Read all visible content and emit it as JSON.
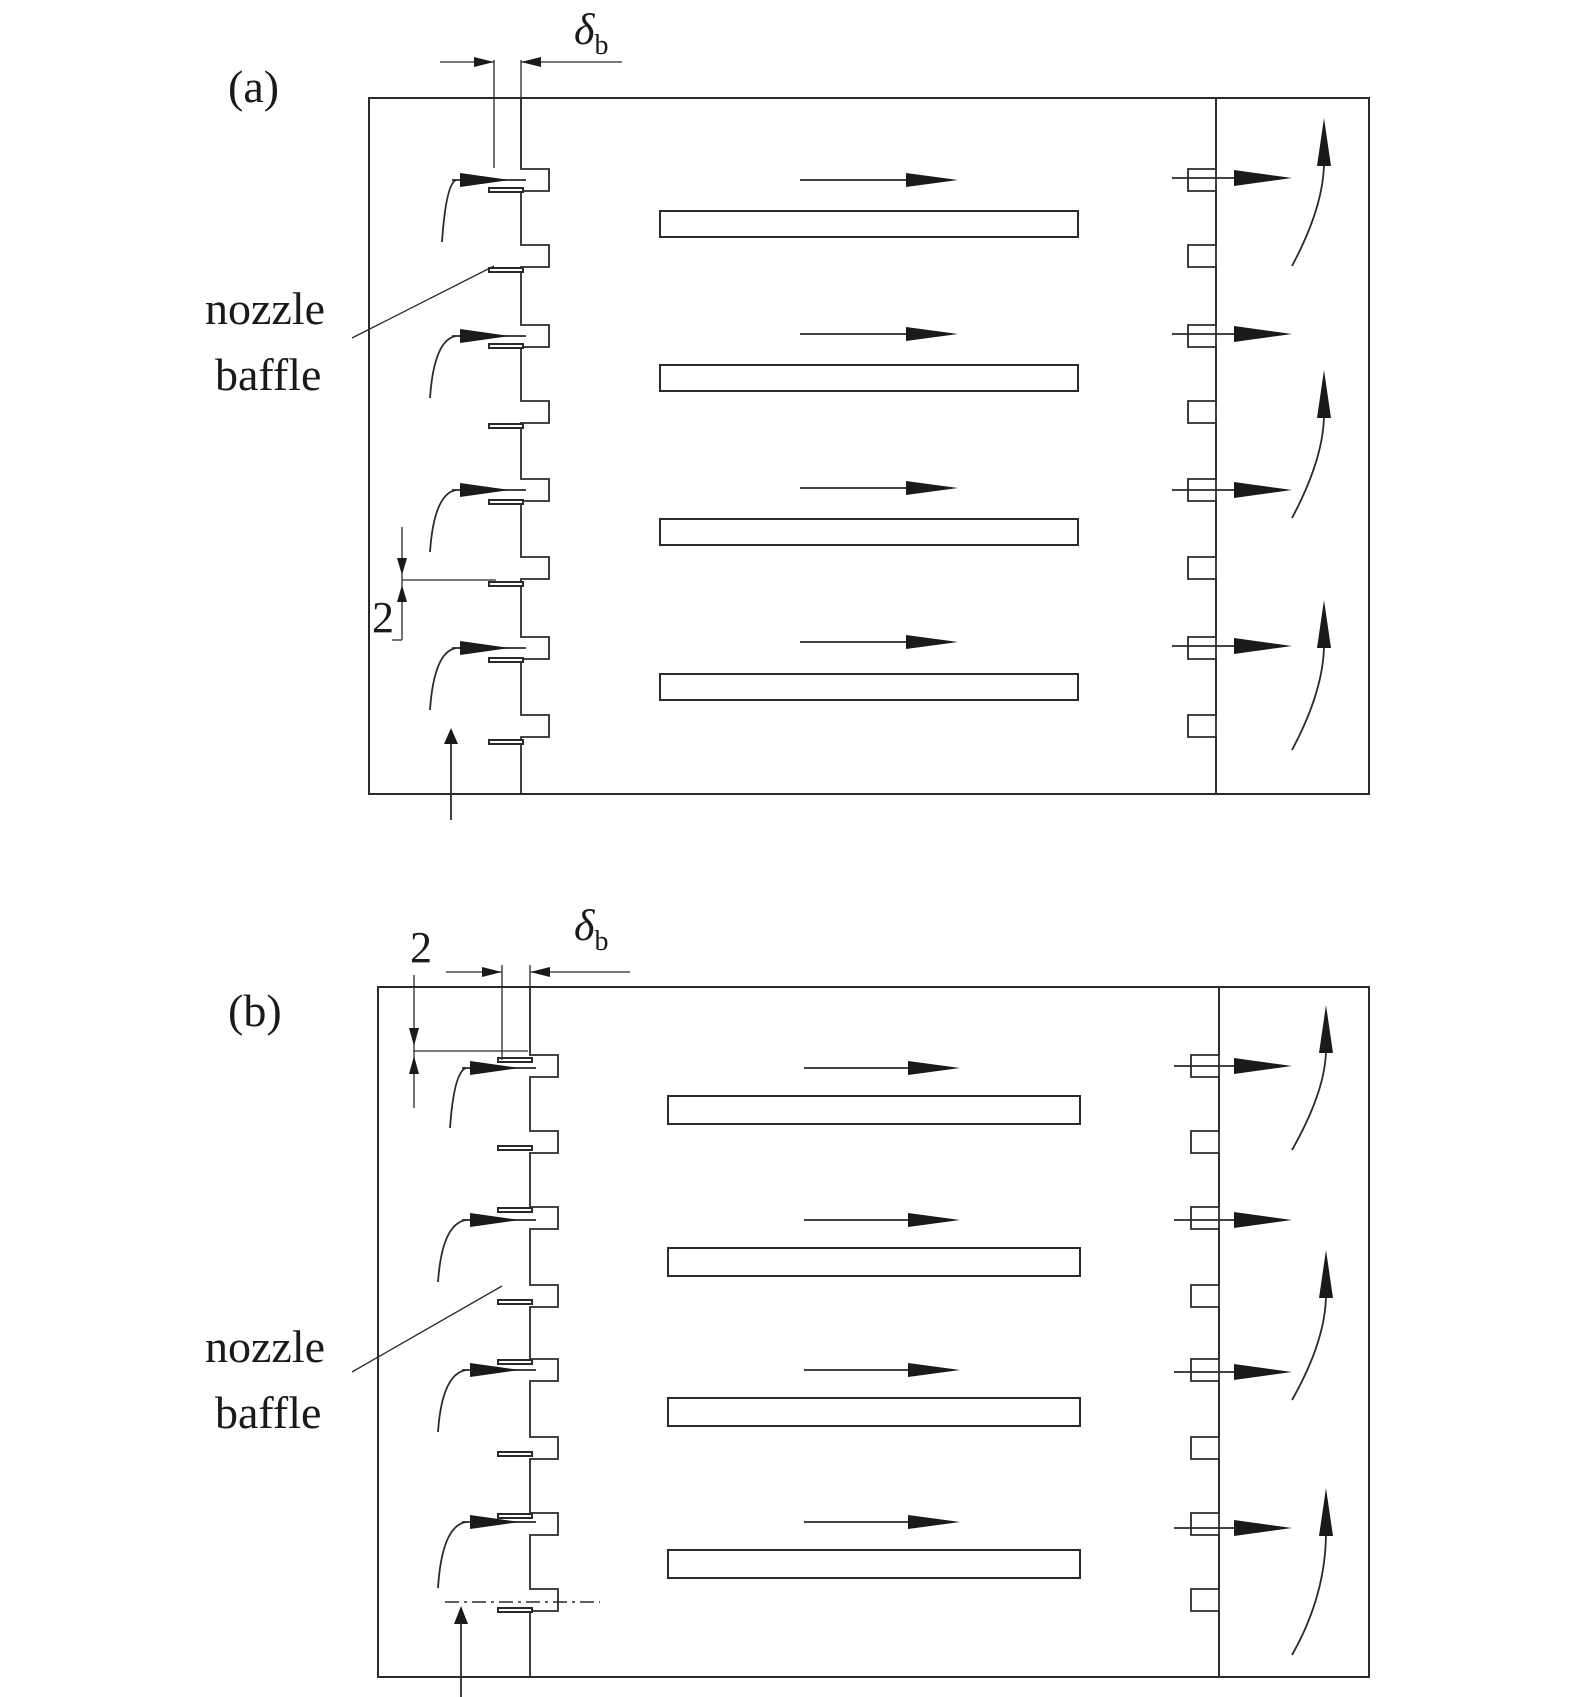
{
  "panels": [
    {
      "id": "a",
      "label": "(a)",
      "callout": [
        "nozzle",
        "baffle"
      ],
      "dimension_label": "2",
      "gap_symbol": "δ",
      "gap_subscript": "b"
    },
    {
      "id": "b",
      "label": "(b)",
      "callout": [
        "nozzle",
        "baffle"
      ],
      "dimension_label": "2",
      "gap_symbol": "δ",
      "gap_subscript": "b"
    }
  ],
  "channels_per_panel": 4
}
